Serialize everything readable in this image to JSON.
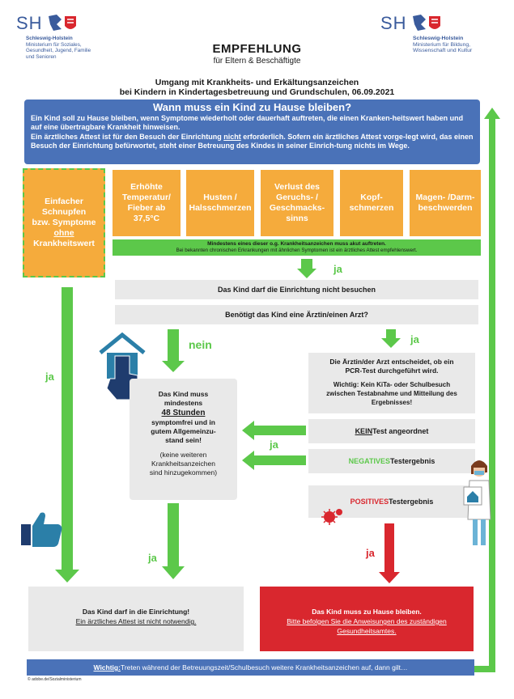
{
  "colors": {
    "green": "#5cc84a",
    "orange": "#f5ab3c",
    "blue": "#4a72b8",
    "red": "#d9272e",
    "grey": "#e9e9e9",
    "navy": "#3a5b9c"
  },
  "logo_left": {
    "mark": "SH",
    "line1": "Schleswig-Holstein",
    "line2": "Ministerium für Soziales,",
    "line3": "Gesundheit, Jugend, Familie",
    "line4": "und Senioren"
  },
  "logo_right": {
    "mark": "SH",
    "line1": "Schleswig-Holstein",
    "line2": "Ministerium für Bildung,",
    "line3": "Wissenschaft und Kultur"
  },
  "header": {
    "title": "EMPFEHLUNG",
    "subtitle": "für Eltern & Beschäftigte",
    "topic1": "Umgang mit Krankheits- und Erkältungsanzeichen",
    "topic2": "bei Kindern in Kindertagesbetreuung und Grundschulen, 06.09.2021"
  },
  "blue_box": {
    "heading": "Wann muss ein Kind zu Hause bleiben?",
    "p1": "Ein Kind soll zu Hause bleiben, wenn Symptome wiederholt oder dauerhaft auftreten, die einen Kranken-heitswert haben und auf eine übertragbare Krankheit hinweisen.",
    "p2a": "Ein ärztliches Attest ist für den Besuch der Einrichtung ",
    "p2b": "nicht",
    "p2c": " erforderlich. Sofern ein ärztliches Attest vorge-legt wird, das einen Besuch der Einrichtung befürwortet, steht einer Betreuung des Kindes in seiner Einrich-tung nichts im Wege."
  },
  "left_symptom": {
    "l1": "Einfacher",
    "l2": "Schnupfen",
    "l3": "bzw. Symptome",
    "l4": "ohne",
    "l5": "Krankheitswert"
  },
  "symptoms": [
    "Erhöhte Temperatur/ Fieber ab 37,5°C",
    "Husten / Halsschmerzen",
    "Verlust des Geruchs- / Geschmacks-sinns",
    "Kopf-schmerzen",
    "Magen- /Darm-beschwerden"
  ],
  "green_note": {
    "line1": "Mindestens eines dieser o.g. Krankheitsanzeichen muss akut auftreten.",
    "line2": "Bei bekannten chronischen Erkrankungen mit ähnlichen Symptomen ist ein ärztliches Attest empfehlenswert."
  },
  "labels": {
    "ja": "ja",
    "nein": "nein"
  },
  "steps": {
    "not_visit": "Das Kind darf die Einrichtung nicht besuchen",
    "need_doctor": "Benötigt das Kind eine Ärztin/einen Arzt?"
  },
  "symptomfree": {
    "l1": "Das Kind muss",
    "l2": "mindestens",
    "l3": "48 Stunden",
    "l4": "symptomfrei und in",
    "l5": "gutem Allgemeinzu-",
    "l6": "stand sein!",
    "l7": "(keine weiteren",
    "l8": "Krankheitsanzeichen",
    "l9": "sind hinzugekommen)"
  },
  "doctor": {
    "l1": "Die Ärztin/der Arzt entscheidet, ob ein",
    "l2": "PCR-Test durchgeführt wird.",
    "w1": "Wichtig: Kein KiTa- oder Schulbesuch",
    "w2": "zwischen Testabnahme und Mitteilung des",
    "w3": "Ergebnisses!"
  },
  "results": {
    "kein_a": "KEIN",
    "kein_b": " Test angeordnet",
    "neg_a": "NEGATIVES",
    "neg_b": " Testergebnis",
    "pos_a": "POSITIVES",
    "pos_b": " Testergebnis"
  },
  "outcome_ok": {
    "l1": "Das Kind darf in die Einrichtung!",
    "l2": "Ein ärztliches Attest ist nicht notwendig."
  },
  "outcome_home": {
    "l1": "Das Kind muss zu Hause bleiben.",
    "l2": "Bitte befolgen Sie die Anweisungen des zuständigen",
    "l3": "Gesundheitsamtes."
  },
  "footer": {
    "a": "Wichtig:",
    "b": " Treten während der Betreuungszeit/Schulbesuch weitere Krankheitsanzeichen auf, dann gilt…"
  },
  "credit": "© adobe.de/Sozialministerium"
}
